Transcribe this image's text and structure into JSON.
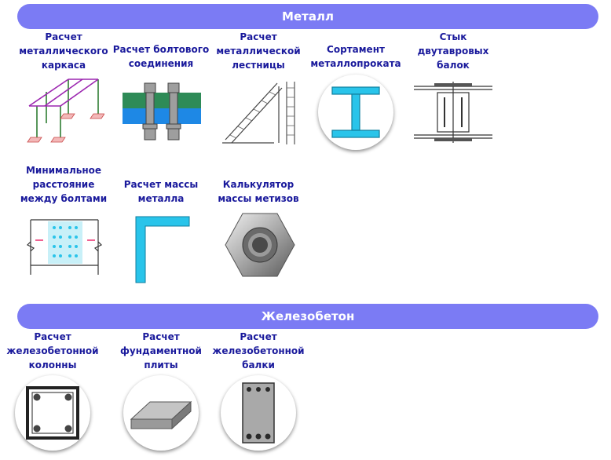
{
  "sections": [
    {
      "title": "Металл",
      "cards": [
        {
          "label": "Расчет\nметаллического\nкаркаса",
          "icon": "steel-frame-icon"
        },
        {
          "label": "Расчет болтового\nсоединения",
          "icon": "bolted-joint-icon"
        },
        {
          "label": "Расчет\nметаллической\nлестницы",
          "icon": "steel-stair-icon"
        },
        {
          "label": "Сортамент\nметаллопроката",
          "icon": "i-beam-icon"
        },
        {
          "label": "Стык\nдвутавровых\nбалок",
          "icon": "beam-splice-icon"
        },
        {
          "label": "Минимальное\nрасстояние\nмежду болтами",
          "icon": "bolt-spacing-icon"
        },
        {
          "label": "Расчет массы\nметалла",
          "icon": "angle-profile-icon"
        },
        {
          "label": "Калькулятор\nмассы метизов",
          "icon": "hex-nut-icon"
        }
      ]
    },
    {
      "title": "Железобетон",
      "cards": [
        {
          "label": "Расчет\nжелезобетонной\nколонны",
          "icon": "rc-column-section-icon"
        },
        {
          "label": "Расчет\nфундаментной\nплиты",
          "icon": "foundation-slab-icon"
        },
        {
          "label": "Расчет\nжелезобетонной\nбалки",
          "icon": "rc-beam-section-icon"
        }
      ]
    }
  ],
  "colors": {
    "header_bg": "#7b7bf4",
    "header_text": "#ffffff",
    "card_label": "#1a1a9c",
    "accent_cyan": "#29c4ea"
  }
}
